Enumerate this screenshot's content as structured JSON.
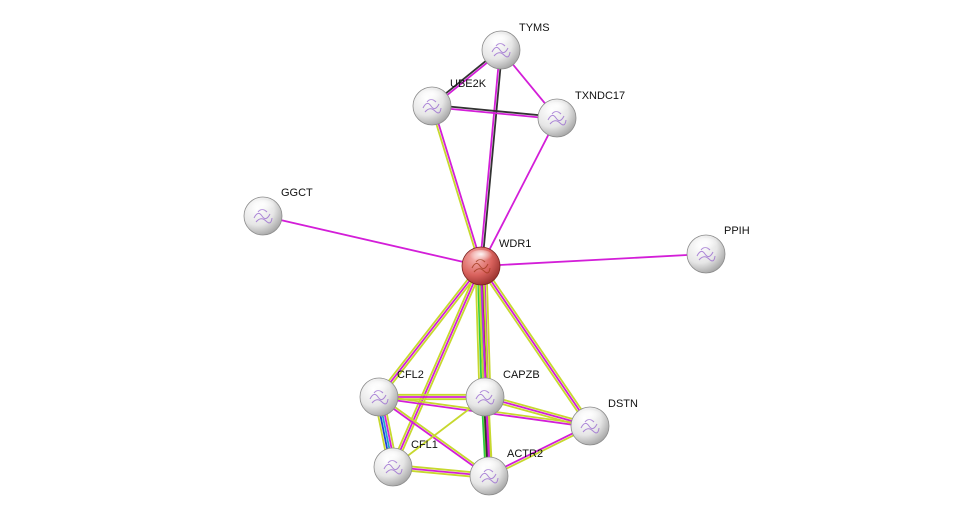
{
  "colors": {
    "textmining": "#c7d82e",
    "experiments": "#d31ed8",
    "coexpression": "#333333",
    "databases": "#22a6c9",
    "cooccurrence": "#1d3dd8",
    "neighborhood": "#2ecc40",
    "query_node": "#d9534f",
    "node": "#e8e8e8"
  },
  "nodes": [
    {
      "id": "WDR1",
      "label": "WDR1",
      "query": true
    },
    {
      "id": "TYMS",
      "label": "TYMS"
    },
    {
      "id": "UBE2K",
      "label": "UBE2K"
    },
    {
      "id": "TXNDC17",
      "label": "TXNDC17"
    },
    {
      "id": "GGCT",
      "label": "GGCT"
    },
    {
      "id": "PPIH",
      "label": "PPIH"
    },
    {
      "id": "CFL2",
      "label": "CFL2"
    },
    {
      "id": "CAPZB",
      "label": "CAPZB"
    },
    {
      "id": "DSTN",
      "label": "DSTN"
    },
    {
      "id": "CFL1",
      "label": "CFL1"
    },
    {
      "id": "ACTR2",
      "label": "ACTR2"
    }
  ],
  "edges": [
    {
      "source": "WDR1",
      "target": "TYMS",
      "types": [
        "experiments",
        "coexpression"
      ]
    },
    {
      "source": "WDR1",
      "target": "UBE2K",
      "types": [
        "textmining",
        "experiments"
      ]
    },
    {
      "source": "WDR1",
      "target": "TXNDC17",
      "types": [
        "experiments"
      ]
    },
    {
      "source": "WDR1",
      "target": "GGCT",
      "types": [
        "experiments"
      ]
    },
    {
      "source": "WDR1",
      "target": "PPIH",
      "types": [
        "experiments"
      ]
    },
    {
      "source": "WDR1",
      "target": "CFL2",
      "types": [
        "textmining",
        "experiments",
        "textmining"
      ]
    },
    {
      "source": "WDR1",
      "target": "CAPZB",
      "types": [
        "textmining",
        "experiments",
        "coexpression",
        "databases",
        "neighborhood",
        "textmining"
      ]
    },
    {
      "source": "WDR1",
      "target": "DSTN",
      "types": [
        "textmining",
        "experiments",
        "textmining"
      ]
    },
    {
      "source": "WDR1",
      "target": "CFL1",
      "types": [
        "textmining",
        "experiments",
        "textmining"
      ]
    },
    {
      "source": "WDR1",
      "target": "ACTR2",
      "types": [
        "textmining",
        "experiments",
        "textmining"
      ]
    },
    {
      "source": "TYMS",
      "target": "UBE2K",
      "types": [
        "experiments",
        "coexpression"
      ]
    },
    {
      "source": "TYMS",
      "target": "TXNDC17",
      "types": [
        "experiments"
      ]
    },
    {
      "source": "UBE2K",
      "target": "TXNDC17",
      "types": [
        "coexpression",
        "experiments"
      ]
    },
    {
      "source": "CFL2",
      "target": "CAPZB",
      "types": [
        "textmining",
        "experiments",
        "textmining"
      ]
    },
    {
      "source": "CFL2",
      "target": "CFL1",
      "types": [
        "textmining",
        "experiments",
        "databases",
        "cooccurrence",
        "textmining"
      ]
    },
    {
      "source": "CFL2",
      "target": "ACTR2",
      "types": [
        "textmining",
        "experiments"
      ]
    },
    {
      "source": "CFL2",
      "target": "DSTN",
      "types": [
        "textmining",
        "experiments"
      ]
    },
    {
      "source": "CAPZB",
      "target": "DSTN",
      "types": [
        "textmining",
        "experiments",
        "textmining"
      ]
    },
    {
      "source": "CAPZB",
      "target": "ACTR2",
      "types": [
        "textmining",
        "experiments",
        "coexpression",
        "neighborhood"
      ]
    },
    {
      "source": "CAPZB",
      "target": "CFL1",
      "types": [
        "textmining"
      ]
    },
    {
      "source": "CFL1",
      "target": "ACTR2",
      "types": [
        "textmining",
        "experiments",
        "textmining"
      ]
    },
    {
      "source": "DSTN",
      "target": "ACTR2",
      "types": [
        "textmining",
        "experiments"
      ]
    }
  ]
}
